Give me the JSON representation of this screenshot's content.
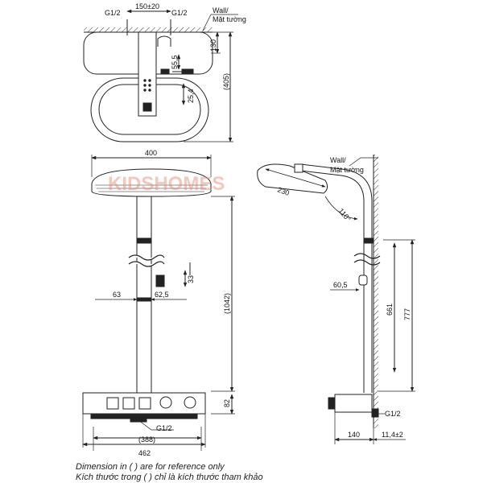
{
  "top_view": {
    "dim_150": "150±20",
    "g12_left": "G1/2",
    "g12_right": "G1/2",
    "wall_label_line1": "Wall/",
    "wall_label_line2": "Mặt tường",
    "dim_130": "130",
    "dim_55": "55,5",
    "dim_405": "(405)",
    "dim_25": "25,4"
  },
  "front_view": {
    "dim_400": "400",
    "dim_63": "63",
    "dim_62": "62,5",
    "dim_33": "33",
    "dim_1042": "(1042)",
    "dim_82": "82",
    "g12_bottom": "G1/2",
    "dim_388": "(388)",
    "dim_462": "462"
  },
  "side_view": {
    "wall_label_line1": "Wall/",
    "wall_label_line2": "Mặt tường",
    "dim_230": "230",
    "angle_110": "110°",
    "dim_60": "60,5",
    "dim_661": "661",
    "dim_777": "777",
    "g12_bottom": "G1/2",
    "dim_140": "140",
    "dim_11": "11,4±2"
  },
  "watermark": "KIDSHOMES",
  "notes": {
    "line1": "Dimension in ( ) are for reference only",
    "line2": "Kích thước trong ( ) chỉ là kích thước tham khảo"
  },
  "colors": {
    "line": "#222222",
    "watermark": "#e8846f"
  }
}
